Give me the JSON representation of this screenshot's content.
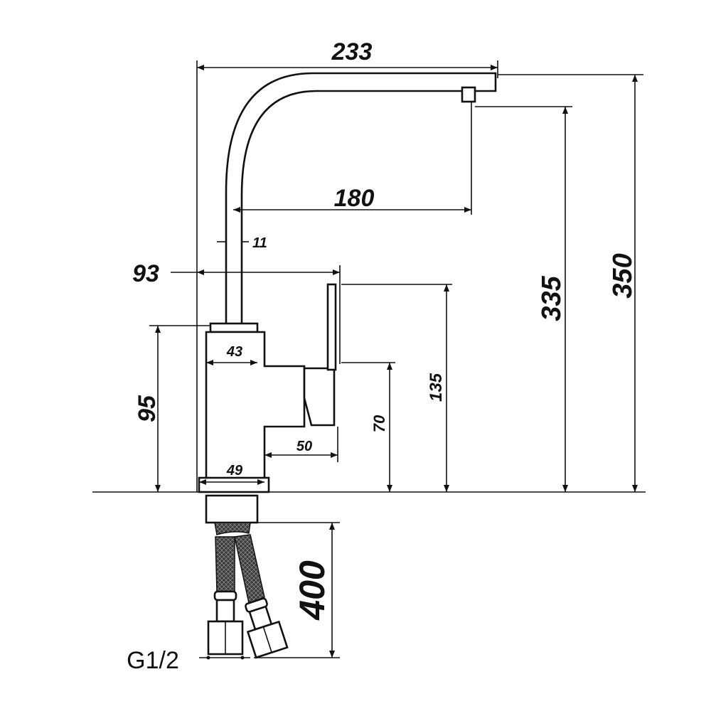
{
  "title": "Kitchen faucet dimension drawing",
  "dimensions": {
    "total_reach": "233",
    "spout_reach": "180",
    "pipe_diameter": "11",
    "handle_offset": "93",
    "body_top_width": "43",
    "body_height": "95",
    "base_width": "49",
    "handle_depth": "50",
    "handle_height": "70",
    "lever_height": "135",
    "outlet_height": "335",
    "total_height": "350",
    "hose_length": "400",
    "thread": "G1/2"
  },
  "colors": {
    "line": "#111111",
    "hose": "#333333",
    "background": "#ffffff"
  }
}
